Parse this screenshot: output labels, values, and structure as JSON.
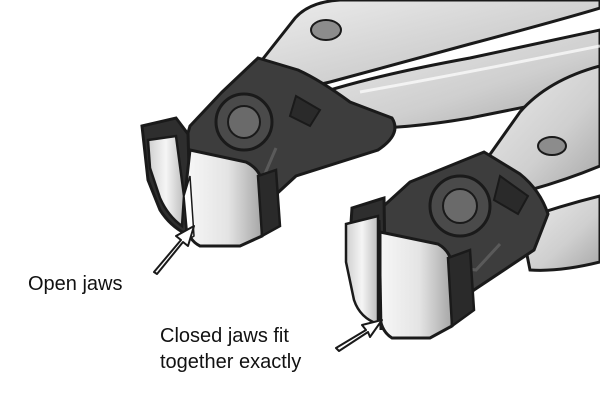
{
  "labels": {
    "open_jaws": "Open jaws",
    "closed_jaws_line1": "Closed jaws fit",
    "closed_jaws_line2": "together exactly"
  },
  "colors": {
    "background": "#ffffff",
    "outline": "#1a1a1a",
    "handle_light": "#d9d9d9",
    "handle_mid": "#b3b3b3",
    "head_dark": "#3d3d3d",
    "head_darker": "#2a2a2a",
    "jaw_steel": "#e8e8e8",
    "jaw_shadow": "#9a9a9a",
    "arrow_fill": "#ffffff"
  },
  "icons": {
    "open_pliers": "open-end-cutting-pliers-icon",
    "closed_pliers": "closed-end-cutting-pliers-icon"
  }
}
